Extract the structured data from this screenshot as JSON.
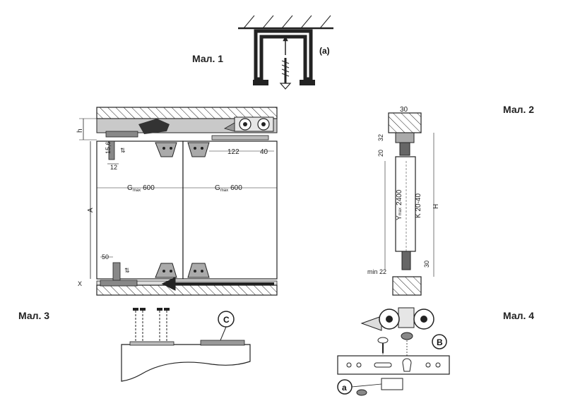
{
  "figures": {
    "fig1": {
      "label": "Мал. 1",
      "callout": "(a)"
    },
    "fig2": {
      "label": "Мал. 2",
      "dims": {
        "top_width": "30",
        "d32": "32",
        "d20": "20",
        "ymax": "Y",
        "ymax_sub": "max",
        "ymax_val": "2400",
        "k": "K 20-40",
        "h": "H",
        "d30": "30",
        "min22": "min 22"
      }
    },
    "fig3": {
      "label": "Мал. 3",
      "dims": {
        "h": "h",
        "d15_6": "15,6",
        "d12": "12",
        "d122": "122",
        "d40": "40",
        "g1": "G",
        "g1_sub": "max",
        "g1_val": "600",
        "g2": "G",
        "g2_sub": "max",
        "g2_val": "600",
        "a": "A",
        "d50": "50",
        "x": "X"
      }
    },
    "fig4": {
      "label": "Мал. 4",
      "callout_b": "B",
      "callout_a": "a",
      "callout_c": "C"
    }
  },
  "colors": {
    "line": "#222222",
    "fill_grey": "#b8b8b8",
    "dark": "#444444",
    "rail": "#9a9a9a"
  }
}
